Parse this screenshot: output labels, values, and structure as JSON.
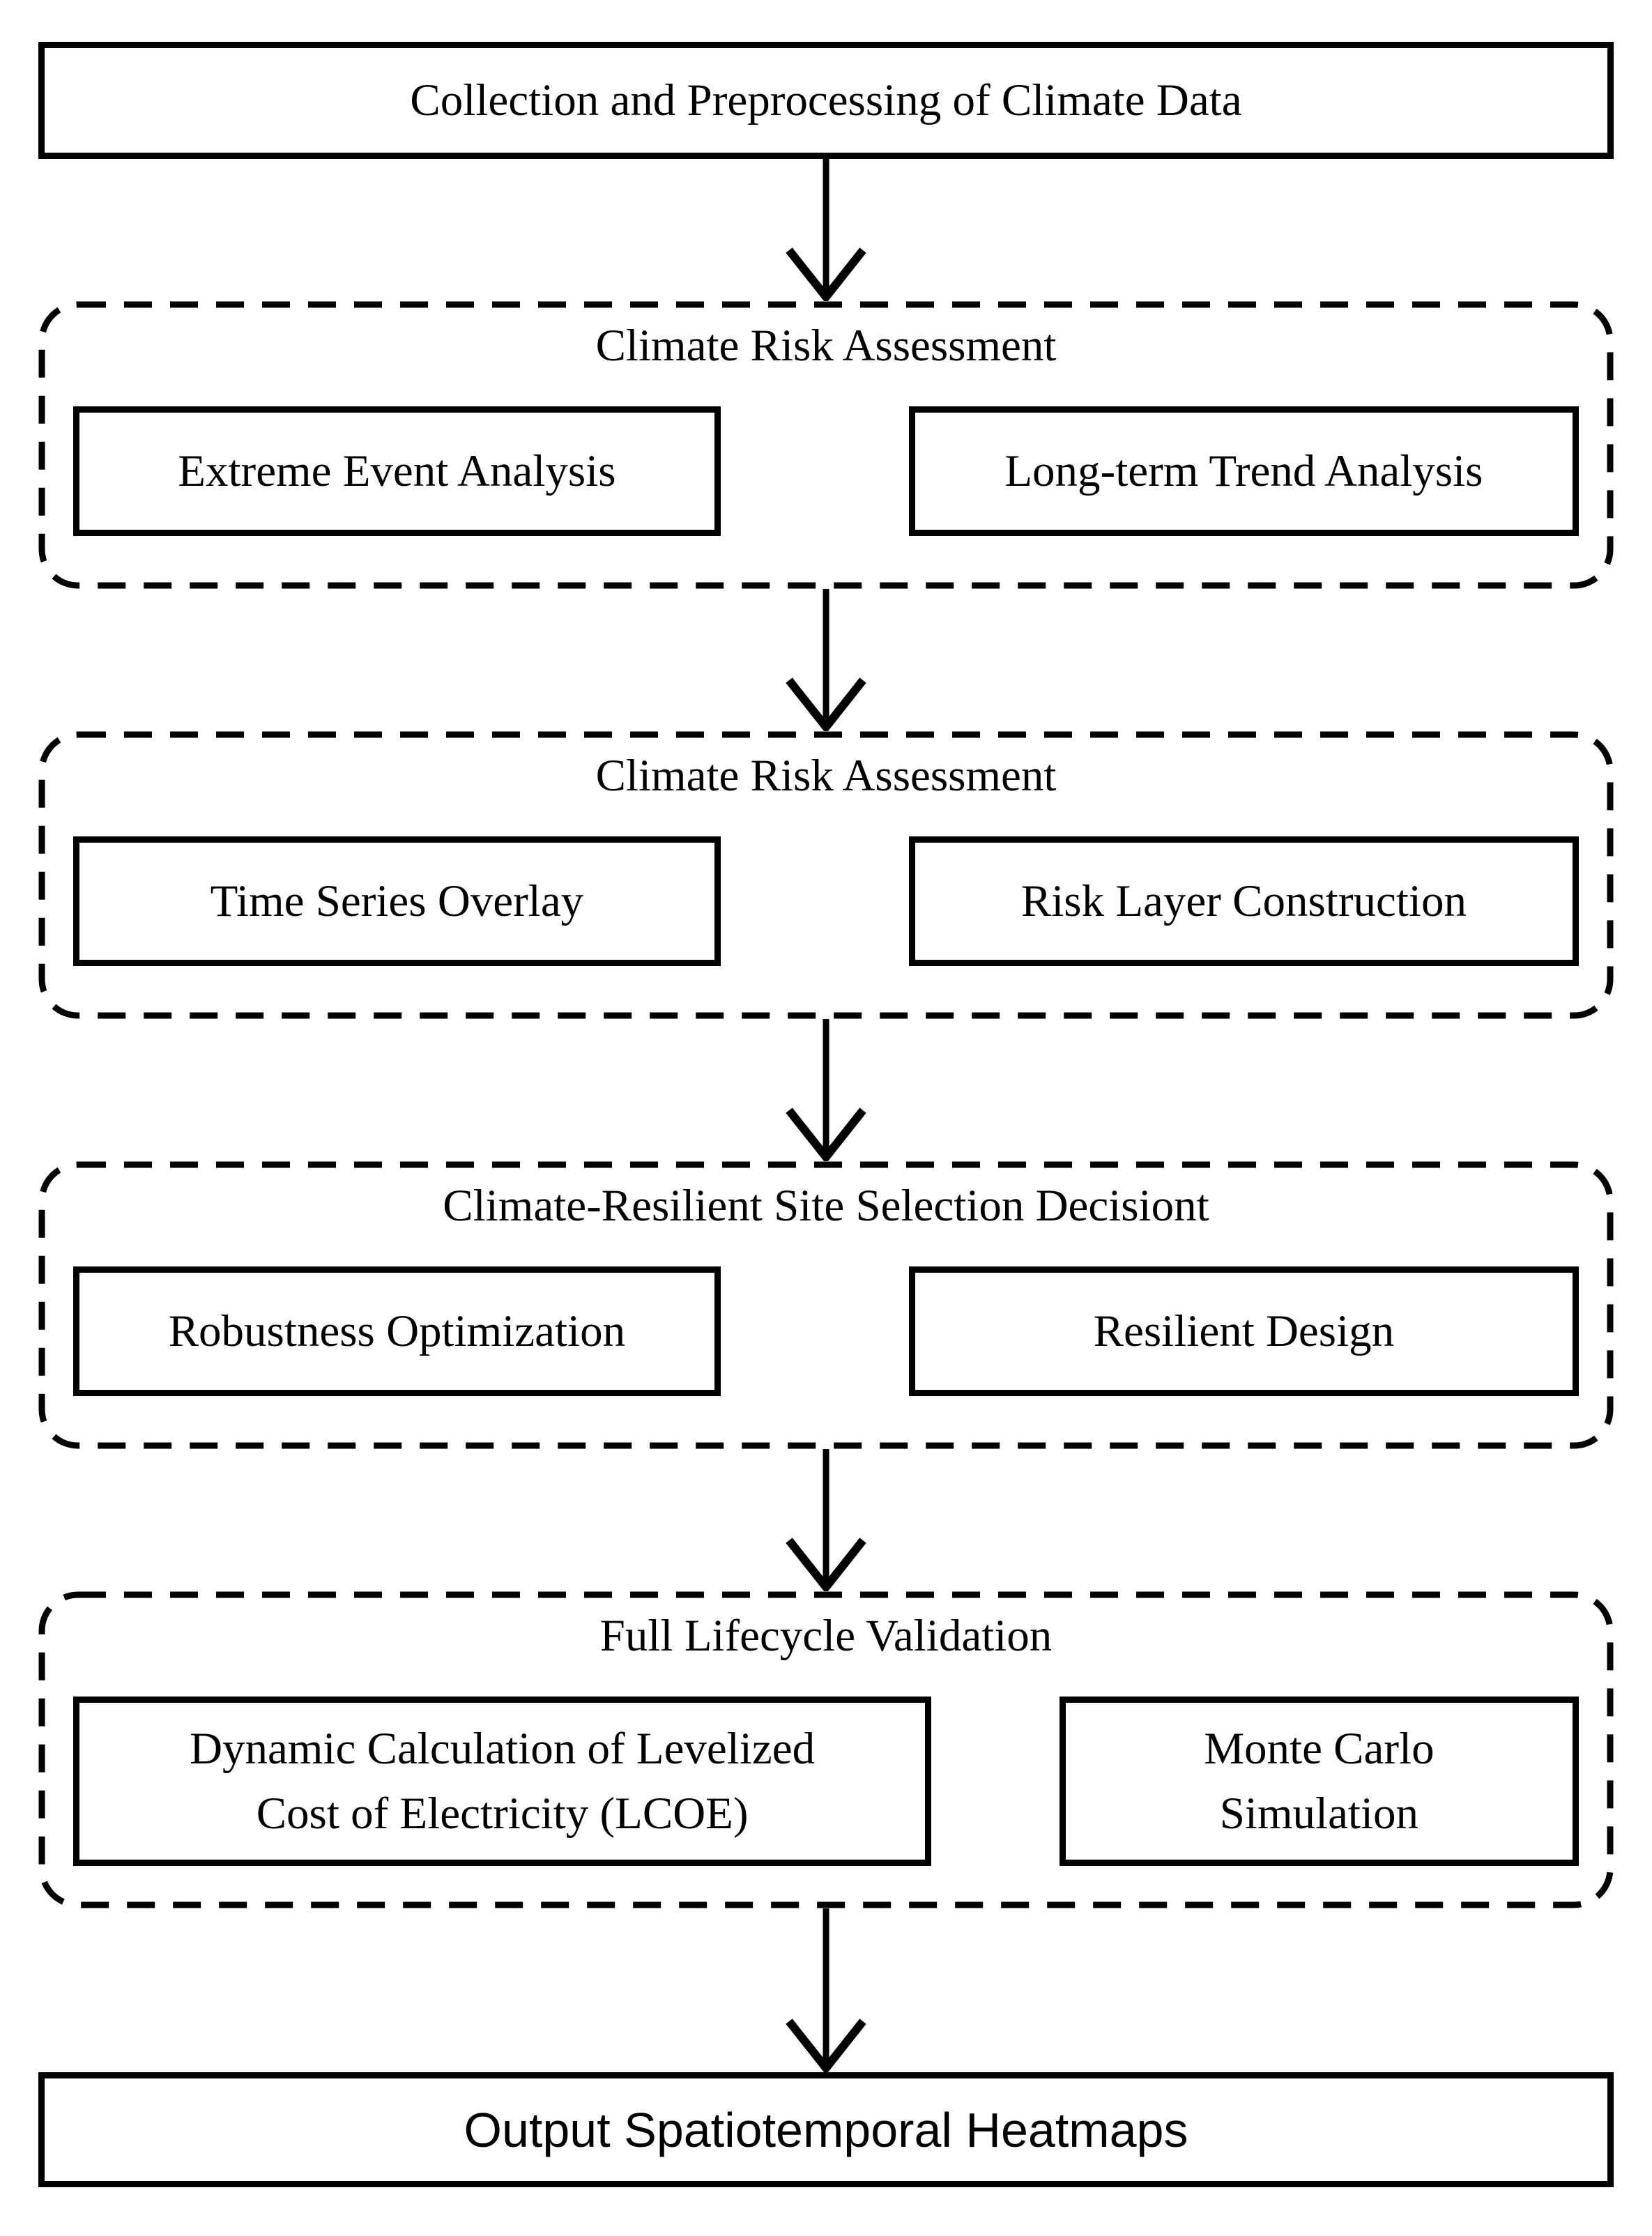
{
  "diagram": {
    "title_box": "Collection and Preprocessing of Climate Data",
    "stages": [
      {
        "title": "Climate Risk Assessment",
        "items": [
          "Extreme Event Analysis",
          "Long-term Trend Analysis"
        ]
      },
      {
        "title": "Climate Risk Assessment",
        "items": [
          "Time Series Overlay",
          "Risk Layer Construction"
        ]
      },
      {
        "title": "Climate-Resilient Site Selection Decisiont",
        "items": [
          "Robustness Optimization",
          "Resilient Design"
        ]
      },
      {
        "title": "Full Lifecycle Validation",
        "items": [
          "Dynamic Calculation of Levelized Cost of Electricity (LCOE)",
          "Monte Carlo Simulation"
        ]
      }
    ],
    "output_box": "Output Spatiotemporal Heatmaps",
    "connectors": {
      "type": "down-arrow",
      "count": 5
    },
    "colors": {
      "line": "#000000",
      "background": "#ffffff",
      "text": "#000000"
    }
  }
}
